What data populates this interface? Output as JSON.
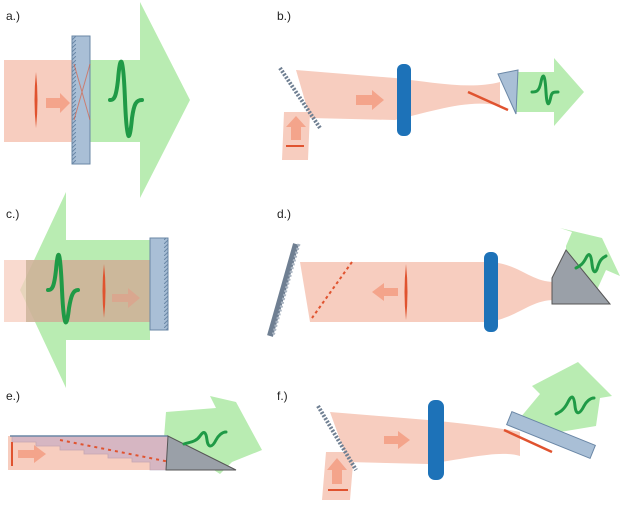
{
  "panels": [
    {
      "id": "a",
      "label": "a.)"
    },
    {
      "id": "b",
      "label": "b.)"
    },
    {
      "id": "c",
      "label": "c.)"
    },
    {
      "id": "d",
      "label": "d.)"
    },
    {
      "id": "e",
      "label": "e.)"
    },
    {
      "id": "f",
      "label": "f.)"
    }
  ],
  "colors": {
    "input_beam": "#f7cdbf",
    "input_arrow": "#f4a48b",
    "pulse_red": "#e0532f",
    "output_beam": "#b9ecb2",
    "output_pulse": "#1f9a46",
    "crystal": "#a9bfd6",
    "crystal_edge": "#6a87a6",
    "lens": "#1d72b8",
    "grating": "#6f7f92",
    "prism": "#9aa0a8"
  }
}
